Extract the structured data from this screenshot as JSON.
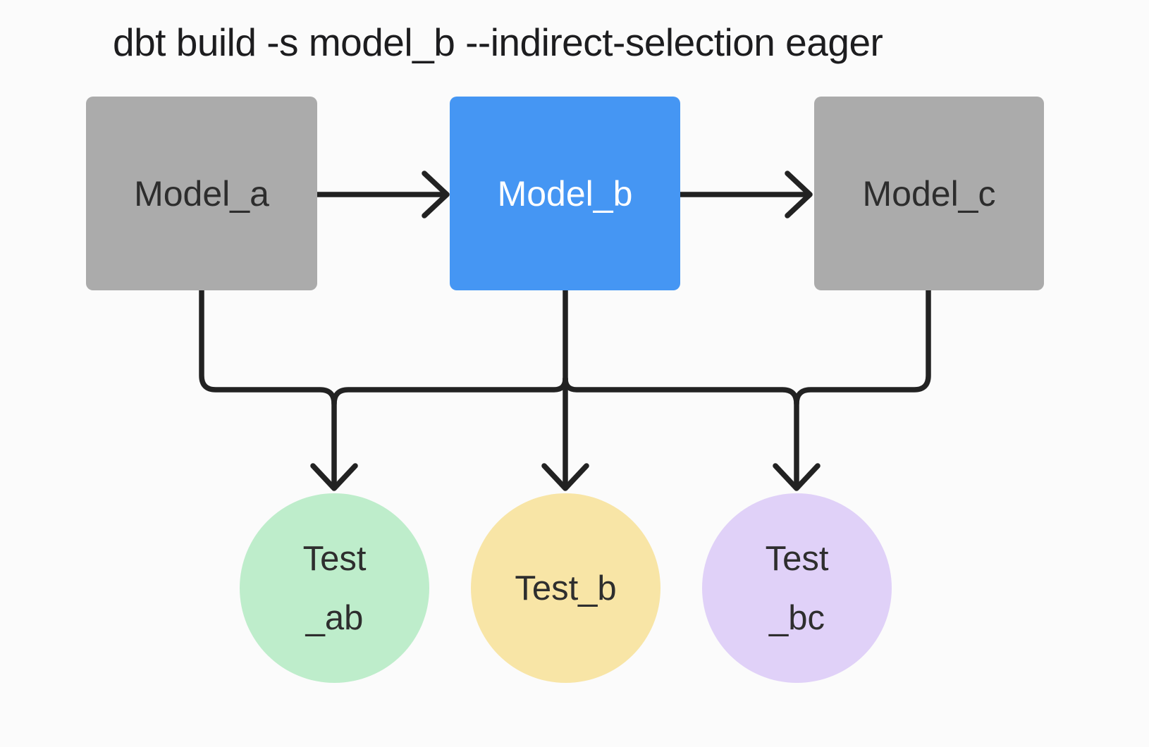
{
  "title": "dbt build -s model_b --indirect-selection eager",
  "nodes": {
    "model_a": {
      "label": "Model_a",
      "type": "model",
      "fill": "#ababab",
      "text_color": "#2d2d2d"
    },
    "model_b": {
      "label": "Model_b",
      "type": "model",
      "selected": true,
      "fill": "#4596f3",
      "text_color": "#ffffff"
    },
    "model_c": {
      "label": "Model_c",
      "type": "model",
      "fill": "#ababab",
      "text_color": "#2d2d2d"
    },
    "test_ab": {
      "line1": "Test",
      "line2": "_ab",
      "type": "test",
      "fill": "#beedcb"
    },
    "test_b": {
      "label": "Test_b",
      "type": "test",
      "fill": "#f8e5a6"
    },
    "test_bc": {
      "line1": "Test",
      "line2": "_bc",
      "type": "test",
      "fill": "#e0d1f8"
    }
  },
  "edges": [
    {
      "from": "model_a",
      "to": "model_b",
      "style": "arrow"
    },
    {
      "from": "model_b",
      "to": "model_c",
      "style": "arrow"
    },
    {
      "from": "model_a",
      "to": "shared-bus",
      "style": "line"
    },
    {
      "from": "model_b",
      "to": "test_b",
      "style": "arrow",
      "note": "passes straight through shared bus"
    },
    {
      "from": "model_c",
      "to": "shared-bus",
      "style": "line"
    },
    {
      "from": "shared-bus",
      "to": "test_ab",
      "style": "arrow"
    },
    {
      "from": "shared-bus",
      "to": "test_bc",
      "style": "arrow"
    }
  ],
  "colors": {
    "background": "#fbfbfb",
    "connector": "#222222",
    "model_gray": "#ababab",
    "model_selected_blue": "#4596f3",
    "test_green": "#beedcb",
    "test_yellow": "#f8e5a6",
    "test_purple": "#e0d1f8",
    "title_text": "#1d1d1f"
  }
}
